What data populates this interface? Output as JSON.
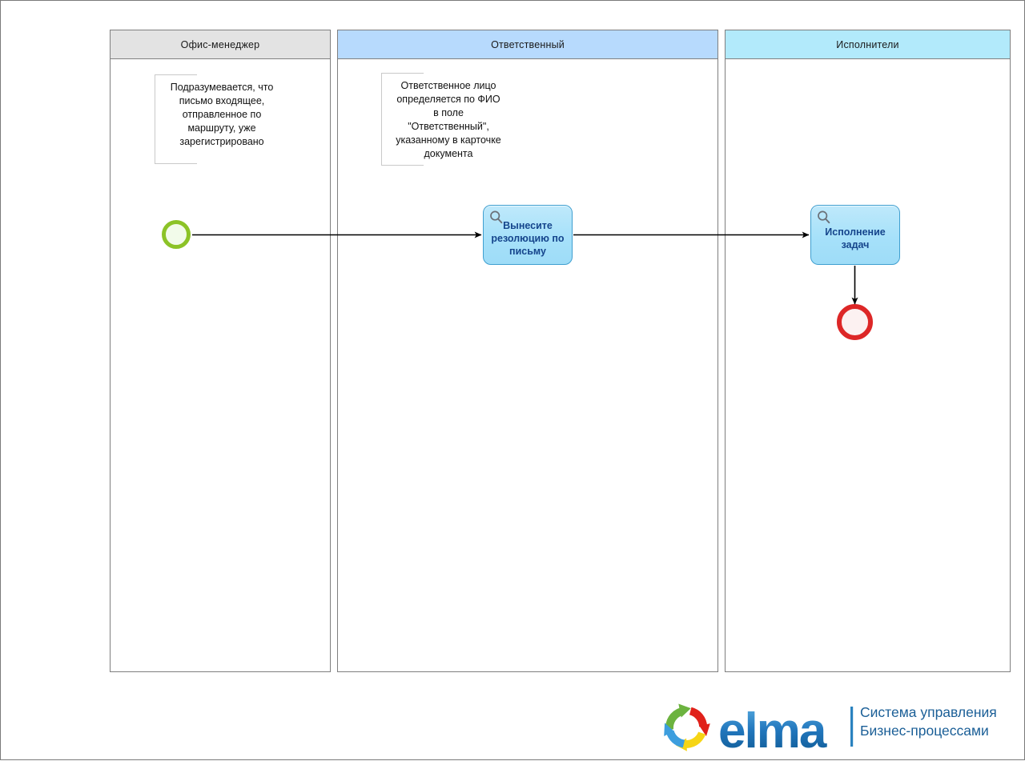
{
  "diagram": {
    "type": "bpmn-swimlane",
    "title": "",
    "lanes": [
      {
        "id": "lane-office-manager",
        "label": "Офис-менеджер",
        "header_color": "#e3e3e3"
      },
      {
        "id": "lane-responsible",
        "label": "Ответственный",
        "header_color": "#b7dafd"
      },
      {
        "id": "lane-performers",
        "label": "Исполнители",
        "header_color": "#b2eafb"
      }
    ],
    "annotations": [
      {
        "id": "annotation-office-manager",
        "text": "Подразумевается, что\nписьмо входящее,\nотправленное по\nмаршруту, уже\nзарегистрировано"
      },
      {
        "id": "annotation-responsible",
        "text": "Ответственное лицо\nопределяется по ФИО\nв поле\n\"Ответственный\",\nуказанному в карточке\nдокумента"
      }
    ],
    "events": [
      {
        "id": "start-event",
        "kind": "start",
        "label": "",
        "color": "#8cc327"
      },
      {
        "id": "end-event",
        "kind": "end",
        "label": "",
        "color": "#dd2727"
      }
    ],
    "tasks": [
      {
        "id": "task-resolution",
        "label": "Вынесите\nрезолюцию по\nписьму",
        "icon": "magnifier-icon",
        "lane": "lane-responsible",
        "fill": "#a6e1fa",
        "border": "#3f9fd0",
        "text_color": "#15458c"
      },
      {
        "id": "task-execution",
        "label": "Исполнение\nзадач",
        "icon": "magnifier-icon",
        "lane": "lane-performers",
        "fill": "#a6e1fa",
        "border": "#3f9fd0",
        "text_color": "#15458c"
      }
    ],
    "flows": [
      {
        "id": "flow-start-to-resolution",
        "from": "start-event",
        "to": "task-resolution",
        "label": ""
      },
      {
        "id": "flow-resolution-to-execution",
        "from": "task-resolution",
        "to": "task-execution",
        "label": ""
      },
      {
        "id": "flow-execution-to-end",
        "from": "task-execution",
        "to": "end-event",
        "label": ""
      }
    ]
  },
  "logo": {
    "brand": "elma",
    "tagline": "Система управления\nБизнес-процессами",
    "tagline_color": "#1b5f97",
    "ring_colors": {
      "green": "#6cb33f",
      "red": "#e0211a",
      "yellow": "#f6d515",
      "blue": "#3d9ede"
    }
  }
}
